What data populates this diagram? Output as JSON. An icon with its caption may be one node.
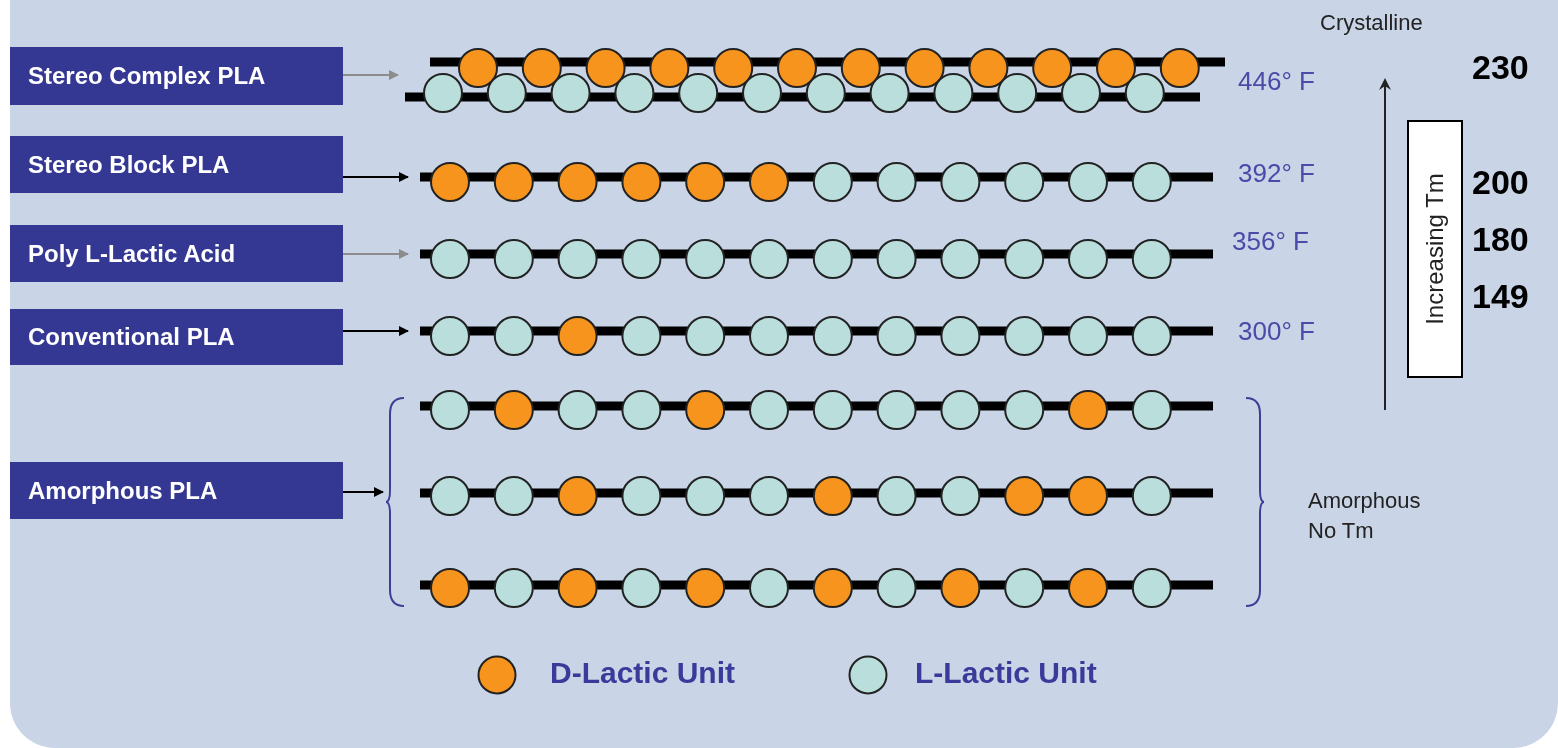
{
  "diagram": {
    "nodes": [
      {
        "text": [
          "Stereo Complex PLA"
        ]
      },
      {
        "text": [],
        "shape": "picture",
        "beside": [
          "446° F"
        ]
      },
      {
        "text": [
          "Stereo Block PLA"
        ]
      },
      {
        "text": [],
        "shape": "picture",
        "beside": [
          "392° F"
        ]
      },
      {
        "text": [
          "Poly L-Lactic Acid"
        ]
      },
      {
        "text": [],
        "shape": "picture",
        "beside": [
          "356° F"
        ]
      },
      {
        "text": [
          "Conventional PLA"
        ]
      },
      {
        "text": [],
        "shape": "picture",
        "beside": [
          "300° F"
        ]
      },
      {
        "text": [
          "Amorphous PLA"
        ]
      },
      {
        "text": [],
        "shape": "picture",
        "beside": [
          "Amorphous No Tm"
        ]
      },
      {
        "text": [],
        "shape": "picture",
        "in": 9
      },
      {
        "text": [],
        "shape": "picture",
        "in": 9
      },
      {
        "text": [],
        "shape": "picture",
        "in": 9
      },
      {
        "text": [
          "Increasing Tm"
        ]
      }
    ],
    "edges": [
      {
        "from": 0,
        "to": 1,
        "arrow": "to",
        "color": "#8c8c8c"
      },
      {
        "from": 2,
        "to": 3,
        "arrow": "to"
      },
      {
        "from": 4,
        "to": 5,
        "arrow": "to",
        "color": "#8c8c8c"
      },
      {
        "from": 6,
        "to": 7,
        "arrow": "to"
      },
      {
        "from": 8,
        "to": 9,
        "arrow": "to"
      }
    ],
    "labels": [
      "Crystalline",
      "230",
      "200",
      "180",
      "149"
    ],
    "legend": [
      {
        "text": "D-Lactic Unit",
        "color": "#f7941d"
      },
      {
        "text": "L-Lactic Unit",
        "color": "#b9dedb"
      }
    ]
  }
}
